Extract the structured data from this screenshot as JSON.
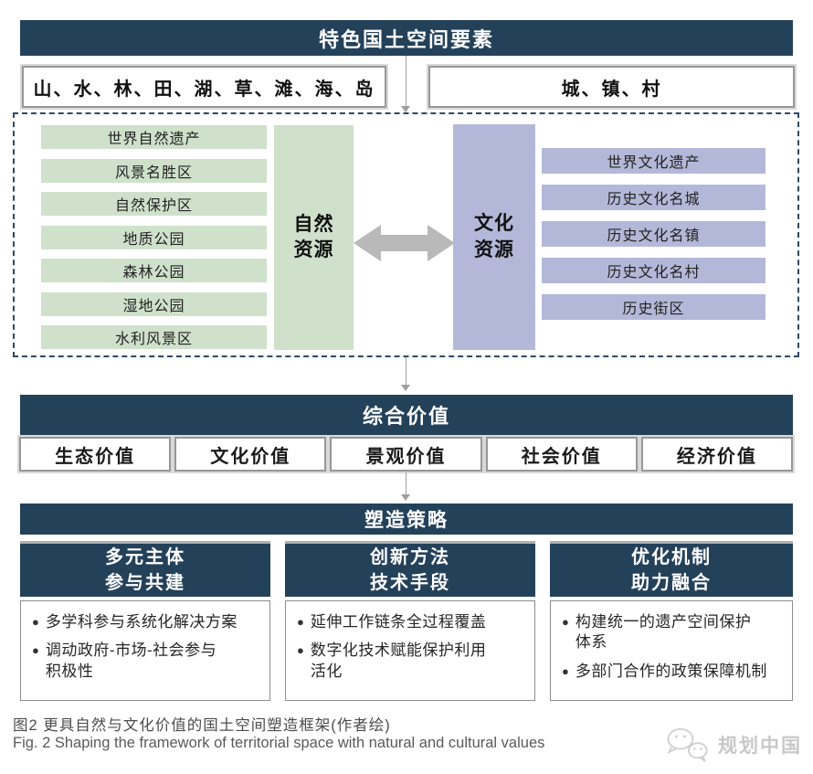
{
  "palette": {
    "header_navy": "#24415a",
    "natural_green": "#cfe1cb",
    "cultural_purple": "#b4b8d8",
    "arrow_gray": "#b9b9b9",
    "dashed_border": "#2f4963"
  },
  "top": {
    "title": "特色国土空间要素",
    "natural_elements": "山、水、林、田、湖、草、滩、海、岛",
    "built_elements": "城、镇、村"
  },
  "resources": {
    "natural": {
      "label": "自然\n资源",
      "items": [
        "世界自然遗产",
        "风景名胜区",
        "自然保护区",
        "地质公园",
        "森林公园",
        "湿地公园",
        "水利风景区"
      ]
    },
    "cultural": {
      "label": "文化\n资源",
      "items": [
        "世界文化遗产",
        "历史文化名城",
        "历史文化名镇",
        "历史文化名村",
        "历史街区"
      ]
    }
  },
  "values": {
    "title": "综合价值",
    "items": [
      "生态价值",
      "文化价值",
      "景观价值",
      "社会价值",
      "经济价值"
    ]
  },
  "strategies": {
    "title": "塑造策略",
    "columns": [
      {
        "title": "多元主体\n参与共建",
        "bullets": [
          "多学科参与系统化解决方案",
          "调动政府-市场-社会参与\n积极性"
        ]
      },
      {
        "title": "创新方法\n技术手段",
        "bullets": [
          "延伸工作链条全过程覆盖",
          "数字化技术赋能保护利用\n活化"
        ]
      },
      {
        "title": "优化机制\n助力融合",
        "bullets": [
          "构建统一的遗产空间保护\n体系",
          "多部门合作的政策保障机制"
        ]
      }
    ]
  },
  "caption": {
    "zh": "图2 更具自然与文化价值的国土空间塑造框架(作者绘)",
    "en": "Fig. 2  Shaping the framework of territorial space with natural and cultural values"
  },
  "watermark": {
    "label": "规划中国"
  }
}
